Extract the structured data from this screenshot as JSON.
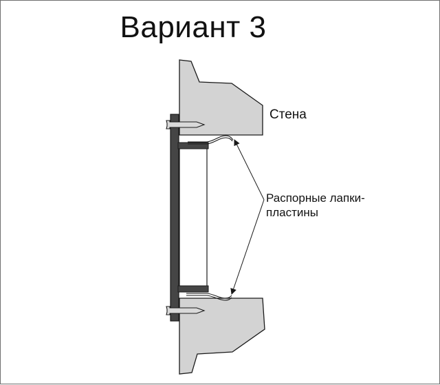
{
  "title": "Вариант 3",
  "labels": {
    "wall": "Стена",
    "struts_line1": "Распорные лапки-",
    "struts_line2": "пластины"
  },
  "colors": {
    "wall_fill": "#d3d3d3",
    "frame_fill": "#454545",
    "stroke": "#1a1a1a",
    "background": "#ffffff"
  }
}
